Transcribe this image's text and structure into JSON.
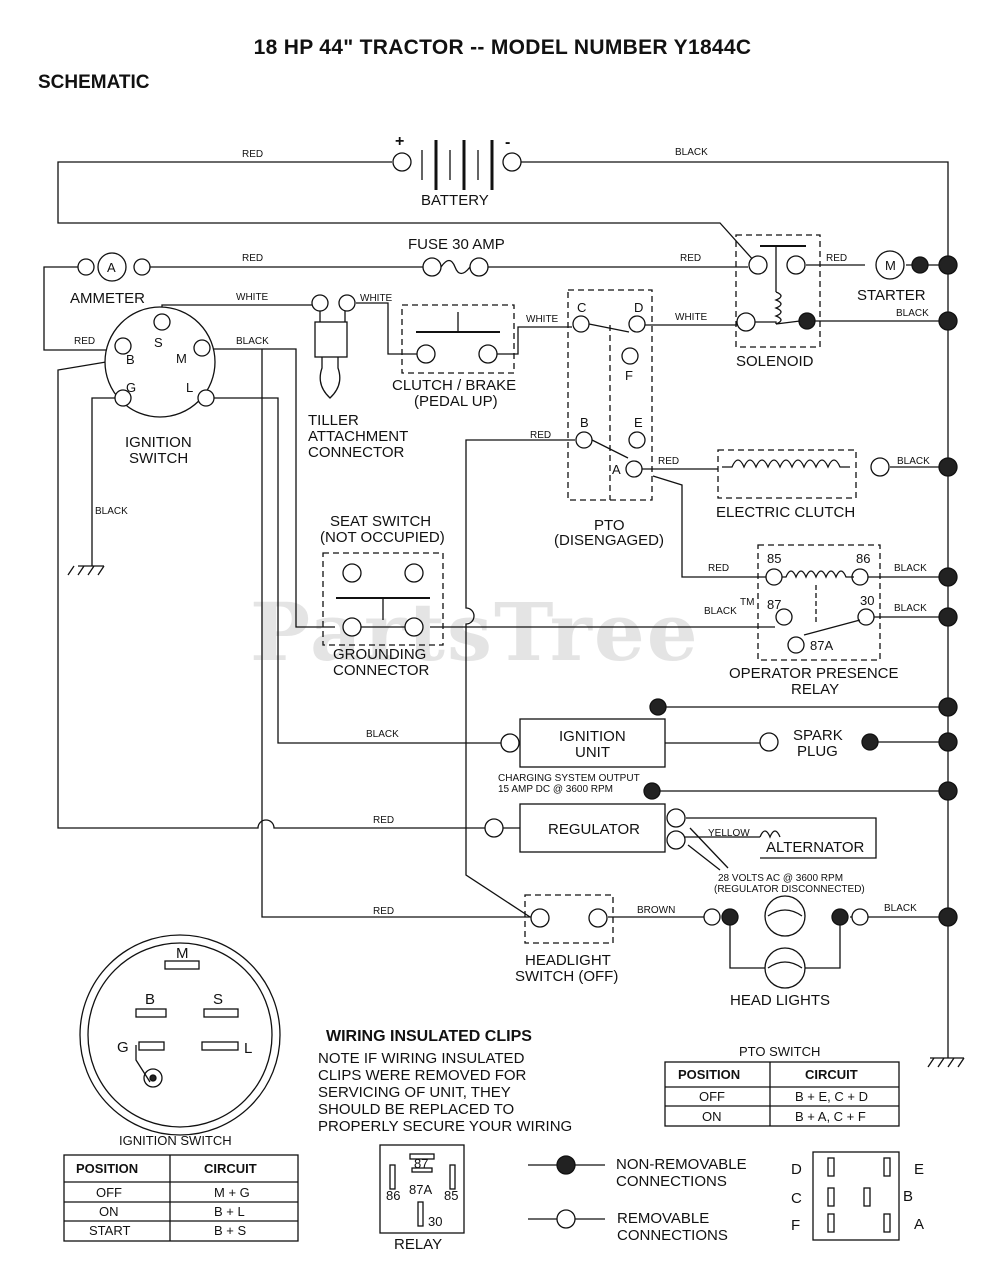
{
  "header": {
    "title": "18 HP 44\" TRACTOR -- MODEL NUMBER Y1844C",
    "subtitle": "SCHEMATIC"
  },
  "watermark": "PartsTree",
  "watermark_tm": "TM",
  "wire_labels": {
    "red_battery": "RED",
    "black_battery": "BLACK",
    "red_fuse": "RED",
    "red_solenoid": "RED",
    "red_starter": "RED",
    "black_starter": "BLACK",
    "white_s": "WHITE",
    "white_tiller": "WHITE",
    "white_clutch": "WHITE",
    "white_pto": "WHITE",
    "red_b": "RED",
    "black_m": "BLACK",
    "black_ground": "BLACK",
    "red_pto_b": "RED",
    "red_pto_a": "RED",
    "black_eclutch": "BLACK",
    "red_relay": "RED",
    "black_relay86": "BLACK",
    "black_relay87": "BLACK",
    "black_relay30": "BLACK",
    "black_ignition": "BLACK",
    "red_regulator": "RED",
    "yellow_alt": "YELLOW",
    "red_headlight": "RED",
    "brown_headlight": "BROWN",
    "black_headlight": "BLACK"
  },
  "components": {
    "battery": "BATTERY",
    "battery_plus": "+",
    "battery_minus": "-",
    "fuse": "FUSE 30 AMP",
    "ammeter": "AMMETER",
    "ammeter_symbol": "A",
    "starter": "STARTER",
    "starter_symbol": "M",
    "solenoid": "SOLENOID",
    "ignition_switch": [
      "IGNITION",
      "SWITCH"
    ],
    "ign_terminals": {
      "s": "S",
      "b": "B",
      "m": "M",
      "g": "G",
      "l": "L"
    },
    "tiller": [
      "TILLER",
      "ATTACHMENT",
      "CONNECTOR"
    ],
    "clutch_brake": [
      "CLUTCH / BRAKE",
      "(PEDAL UP)"
    ],
    "pto": [
      "PTO",
      "(DISENGAGED)"
    ],
    "pto_terminals": {
      "c": "C",
      "d": "D",
      "f": "F",
      "b": "B",
      "e": "E",
      "a": "A"
    },
    "electric_clutch": "ELECTRIC CLUTCH",
    "seat_switch": [
      "SEAT SWITCH",
      "(NOT OCCUPIED)"
    ],
    "grounding_connector": [
      "GROUNDING",
      "CONNECTOR"
    ],
    "relay_terminals": {
      "t85": "85",
      "t86": "86",
      "t87": "87",
      "t30": "30",
      "t87a": "87A"
    },
    "operator_relay": [
      "OPERATOR PRESENCE",
      "RELAY"
    ],
    "ignition_unit": [
      "IGNITION",
      "UNIT"
    ],
    "spark_plug": [
      "SPARK",
      "PLUG"
    ],
    "charging_output": [
      "CHARGING SYSTEM OUTPUT",
      "15 AMP DC @ 3600 RPM"
    ],
    "regulator": "REGULATOR",
    "alternator": "ALTERNATOR",
    "alternator_note": [
      "28 VOLTS AC @ 3600 RPM",
      "(REGULATOR DISCONNECTED)"
    ],
    "headlight_switch": [
      "HEADLIGHT",
      "SWITCH (OFF)"
    ],
    "head_lights": "HEAD LIGHTS"
  },
  "ignition_detail": {
    "terminals": {
      "m": "M",
      "b": "B",
      "s": "S",
      "g": "G",
      "l": "L"
    },
    "caption": "IGNITION SWITCH"
  },
  "ignition_table": {
    "headers": [
      "POSITION",
      "CIRCUIT"
    ],
    "rows": [
      [
        "OFF",
        "M + G"
      ],
      [
        "ON",
        "B + L"
      ],
      [
        "START",
        "B + S"
      ]
    ]
  },
  "insulated_clips": {
    "heading": "WIRING INSULATED CLIPS",
    "note": [
      "NOTE  IF WIRING INSULATED",
      "CLIPS WERE REMOVED FOR",
      "SERVICING OF UNIT, THEY",
      "SHOULD BE REPLACED TO",
      "PROPERLY SECURE YOUR WIRING"
    ]
  },
  "relay_legend": {
    "t87": "87",
    "t87a": "87A",
    "t86": "86",
    "t85": "85",
    "t30": "30",
    "caption": "RELAY"
  },
  "connection_legend": {
    "non_removable": [
      "NON-REMOVABLE",
      "CONNECTIONS"
    ],
    "removable": [
      "REMOVABLE",
      "CONNECTIONS"
    ]
  },
  "pto_switch_table": {
    "caption": "PTO SWITCH",
    "headers": [
      "POSITION",
      "CIRCUIT"
    ],
    "rows": [
      [
        "OFF",
        "B + E, C + D"
      ],
      [
        "ON",
        "B + A, C + F"
      ]
    ]
  },
  "pto_switch_detail": {
    "d": "D",
    "e": "E",
    "c": "C",
    "b": "B",
    "f": "F",
    "a": "A"
  }
}
